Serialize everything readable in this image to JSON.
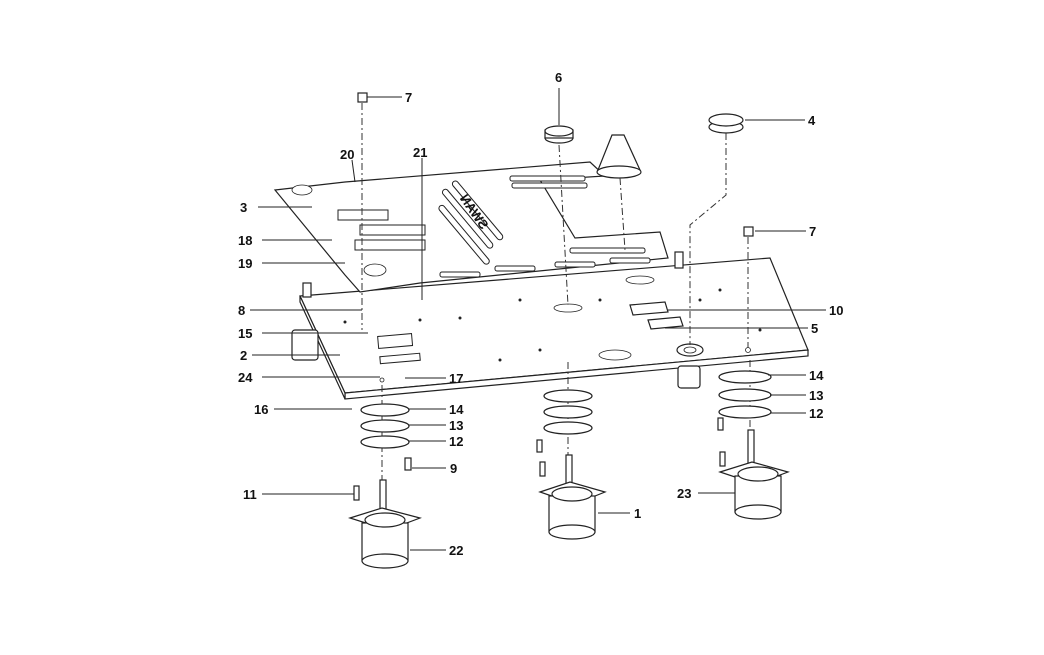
{
  "diagram": {
    "logo_text": "SWAN",
    "callouts": {
      "c7a": "7",
      "c6": "6",
      "c4": "4",
      "c20": "20",
      "c21": "21",
      "c3": "3",
      "c18": "18",
      "c19": "19",
      "c7b": "7",
      "c8": "8",
      "c10": "10",
      "c15": "15",
      "c5": "5",
      "c2": "2",
      "c24": "24",
      "c17": "17",
      "c14r": "14",
      "c13r": "13",
      "c12r": "12",
      "c16": "16",
      "c14l": "14",
      "c13l": "13",
      "c12l": "12",
      "c9": "9",
      "c11": "11",
      "c1": "1",
      "c23": "23",
      "c22": "22"
    }
  }
}
